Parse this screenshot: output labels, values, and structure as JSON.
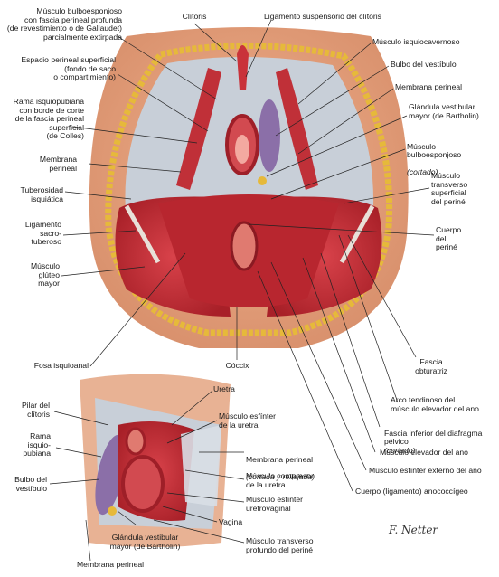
{
  "labels": {
    "bulbo_fascia": "Músculo bulboesponjoso\ncon fascia perineal profunda\n(de revestimiento o de Gallaudet)\nparcialmente extirpada",
    "espacio_superficial": "Espacio perineal superficial\n(fondo de saco\no compartimiento)",
    "rama_isquiopubiana": "Rama isquiopubiana\ncon borde de corte\nde la fascia perineal\nsuperficial\n(de Colles)",
    "membrana_perineal_top": "Membrana\nperineal",
    "tuberosidad": "Tuberosidad\nisquiática",
    "ligamento_sacro": "Ligamento\nsacro-\ntuberoso",
    "gluteo": "Músculo\nglúteo\nmayor",
    "fosa": "Fosa isquioanal",
    "clitoris": "Clítoris",
    "ligamento_suspensorio": "Ligamento suspensorio del clítoris",
    "isquiocavernoso": "Músculo isquiocavernoso",
    "bulbo_vestibulo": "Bulbo del vestíbulo",
    "membrana_perineal_r": "Membrana perineal",
    "glandula_mayor": "Glándula vestibular\nmayor (de Bartholin)",
    "bulboesponjoso_cortado": "Músculo\nbulboesponjoso",
    "bulboesponjoso_cortado_note": "(cortado)",
    "transverso_superficial": "Músculo\ntransverso\nsuperficial\ndel periné",
    "cuerpo_perine": "Cuerpo\ndel\nperiné",
    "coccix": "Cóccix",
    "fascia_obturatriz": "Fascia\nobturatriz",
    "arco_tendinoso": "Arco tendinoso del\nmúsculo elevador del ano",
    "fascia_inferior": "Fascia inferior del diafragma\npélvico",
    "fascia_inferior_note": "(cortado)",
    "elevador_ano": "Músculo elevador del ano",
    "esfinter_externo": "Músculo esfínter externo del ano",
    "cuerpo_anococcigeo": "Cuerpo (ligamento) anococcígeo",
    "uretra": "Uretra",
    "pilar_clitoris": "Pilar del\nclítoris",
    "rama_isquio_b": "Rama\nisquio-\npubiana",
    "bulbo_vestibulo_b": "Bulbo del\nvestíbulo",
    "esfinter_uretra": "Músculo esfínter\nde la uretra",
    "membrana_perineal_b": "Membrana perineal",
    "membrana_perineal_b_note": "(cortada y rellejada)",
    "compresor_uretra": "Músculo compresor\nde la uretra",
    "esfinter_uretrovaginal": "Músculo esfínter\nuretrovaginal",
    "vagina": "Vagina",
    "transverso_profundo": "Músculo transverso\nprofundo del periné",
    "glandula_b": "Glándula vestibular\nmayor (de Bartholin)",
    "membrana_perineal_bottom": "Membrana perineal",
    "signature": "F. Netter"
  },
  "colors": {
    "skin": "#e2a07c",
    "skin_dark": "#c97b5a",
    "fat": "#e6b93a",
    "muscle": "#c9323a",
    "muscle_dark": "#9e1f28",
    "fascia": "#b9c4d0",
    "bulb": "#8b6fa8"
  }
}
